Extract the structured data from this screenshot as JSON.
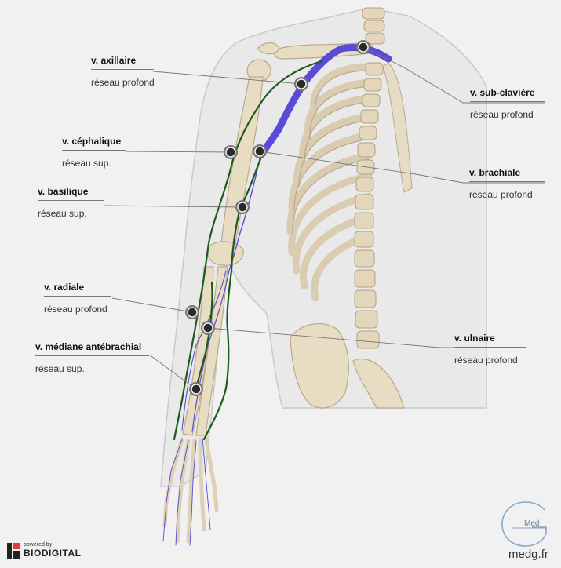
{
  "labels": {
    "axillaire": {
      "name": "v. axillaire",
      "sub": "réseau profond"
    },
    "cephalique": {
      "name": "v. céphalique",
      "sub": "réseau sup."
    },
    "basilique": {
      "name": "v. basilique",
      "sub": "réseau sup."
    },
    "radiale": {
      "name": "v. radiale",
      "sub": "réseau profond"
    },
    "mediane": {
      "name": "v. médiane antébrachial",
      "sub": "réseau sup."
    },
    "subclaviere": {
      "name": "v. sub-clavière",
      "sub": "réseau profond"
    },
    "brachiale": {
      "name": "v. brachiale",
      "sub": "réseau profond"
    },
    "ulnaire": {
      "name": "v. ulnaire",
      "sub": "réseau profond"
    }
  },
  "branding": {
    "powered_by": "powered by",
    "biodigital": "BIODIGITAL",
    "medg_logo_text": "Med",
    "medg_url": "medg.fr"
  },
  "colors": {
    "background": "#f1f1f1",
    "bone": "#e8dcc3",
    "bone_shadow": "#b9a98a",
    "superficial_vein": "#1d5a1d",
    "deep_vein": "#5a4ad8",
    "skin_outline": "#c9c9c9",
    "marker": "#2a2a2a",
    "leader_line": "#777777"
  }
}
